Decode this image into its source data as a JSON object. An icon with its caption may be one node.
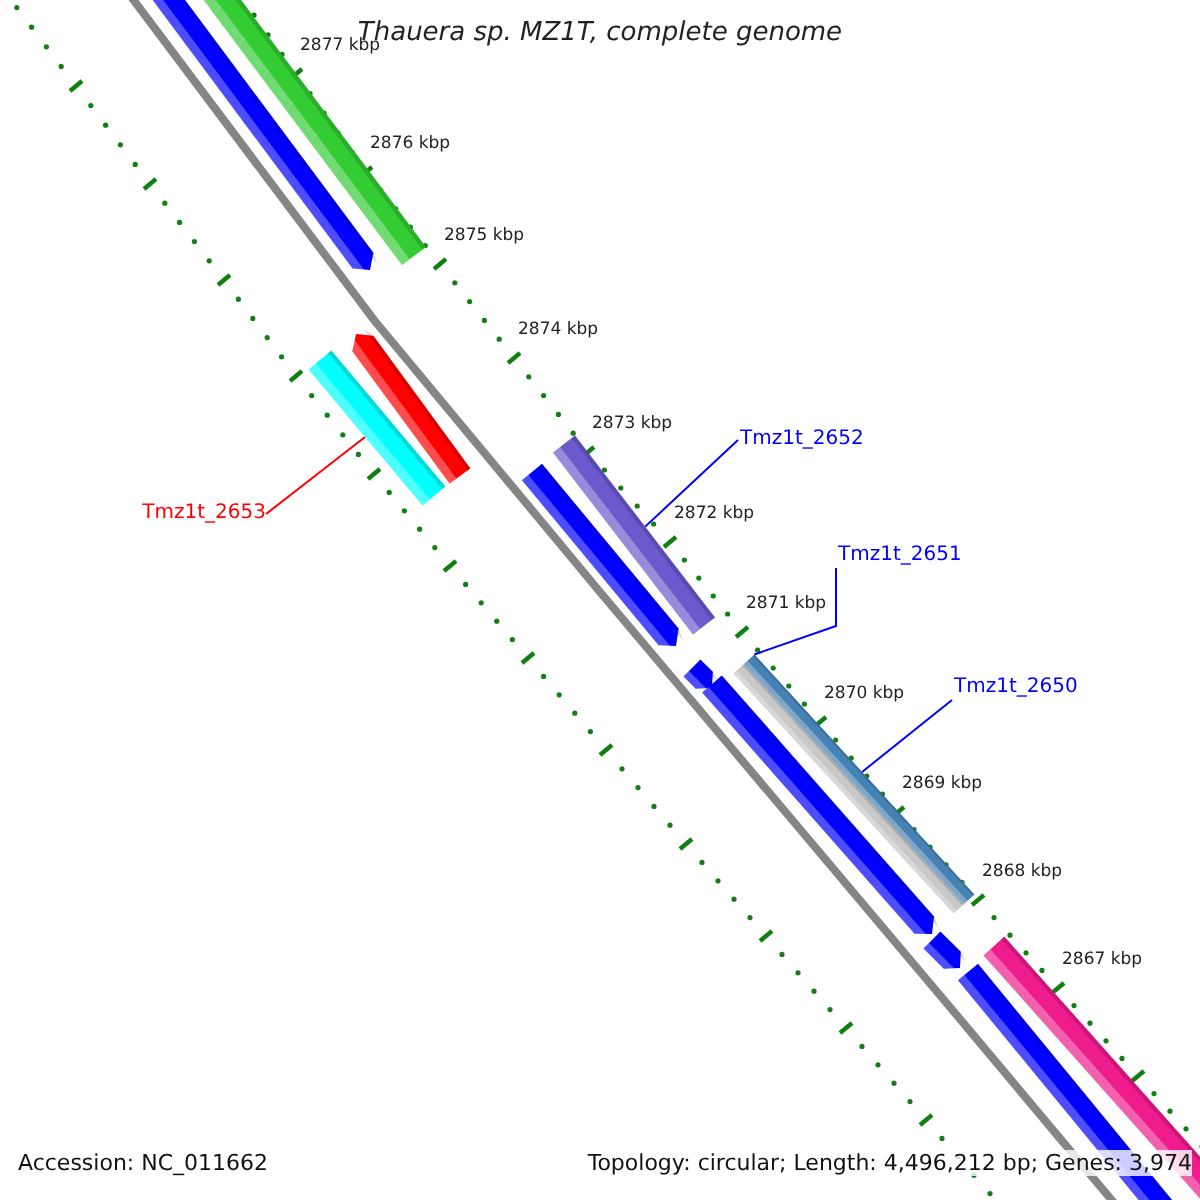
{
  "diagram": {
    "title": "Thauera sp. MZ1T, complete genome",
    "nodes": [
      {
        "text": [
          "Tmz1t_2653"
        ]
      },
      {
        "text": [],
        "shape": "bar"
      },
      {
        "text": [
          "Tmz1t_2652"
        ]
      },
      {
        "text": [],
        "shape": "bar"
      },
      {
        "text": [
          "Tmz1t_2651"
        ]
      },
      {
        "text": [],
        "shape": "bar"
      },
      {
        "text": [
          "Tmz1t_2650"
        ]
      }
    ],
    "edges": [
      {
        "from": 0,
        "to": 1,
        "arrow": "none",
        "color": "#ff0000"
      },
      {
        "from": 2,
        "to": 3,
        "arrow": "none"
      },
      {
        "from": 4,
        "to": 5,
        "arrow": "none"
      },
      {
        "from": 6,
        "to": 5,
        "arrow": "none"
      }
    ],
    "labels": [
      "2877 kbp",
      "2876 kbp",
      "2875 kbp",
      "2874 kbp",
      "2873 kbp",
      "2872 kbp",
      "2871 kbp",
      "2870 kbp",
      "2869 kbp",
      "2868 kbp",
      "2867 kbp",
      "Accession: NC_011662",
      "Topology: circular; Length: 4,496,212 bp; Genes: 3,974"
    ]
  }
}
